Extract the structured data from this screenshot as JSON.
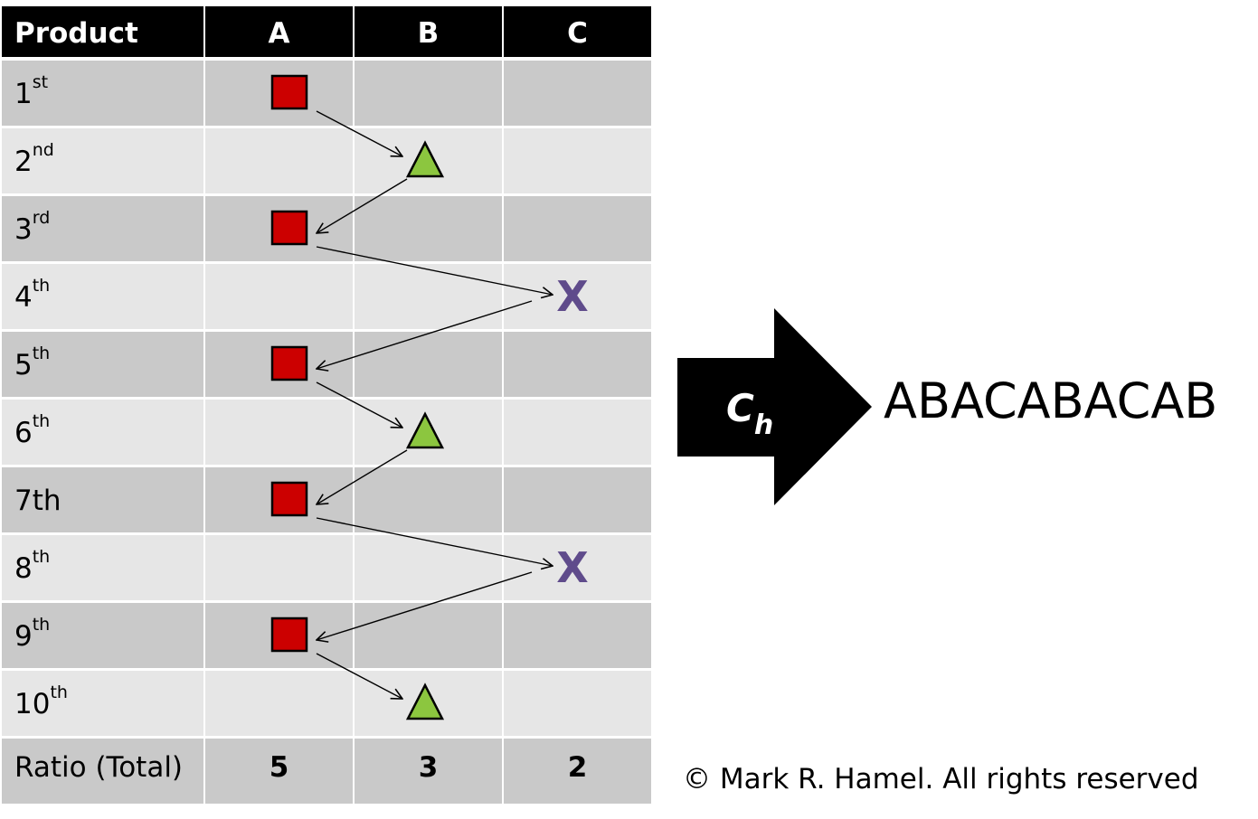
{
  "table": {
    "header": [
      "Product",
      "A",
      "B",
      "C"
    ],
    "rows": [
      {
        "num": "1",
        "suffix": "st",
        "column": "A"
      },
      {
        "num": "2",
        "suffix": "nd",
        "column": "B"
      },
      {
        "num": "3",
        "suffix": "rd",
        "column": "A"
      },
      {
        "num": "4",
        "suffix": "th",
        "column": "C"
      },
      {
        "num": "5",
        "suffix": "th",
        "column": "A"
      },
      {
        "num": "6",
        "suffix": "th",
        "column": "B"
      },
      {
        "num": "7th",
        "suffix": "",
        "column": "A"
      },
      {
        "num": "8",
        "suffix": "th",
        "column": "C"
      },
      {
        "num": "9",
        "suffix": "th",
        "column": "A"
      },
      {
        "num": "10",
        "suffix": "th",
        "column": "B"
      }
    ],
    "total": {
      "label": "Ratio (Total)",
      "A": "5",
      "B": "3",
      "C": "2"
    }
  },
  "markers": {
    "A": {
      "shape": "square",
      "color": "#cc0000"
    },
    "B": {
      "shape": "triangle",
      "color": "#8cc63f"
    },
    "C": {
      "shape": "x",
      "color": "#5f4b8b",
      "glyph": "X"
    }
  },
  "colors": {
    "header_bg": "#000000",
    "row_dark": "#c9c9c9",
    "row_light": "#e6e6e6"
  },
  "block_arrow": {
    "label": "C",
    "subscript": "h"
  },
  "sequence": "ABACABACAB",
  "copyright": "© Mark R. Hamel. All rights reserved"
}
